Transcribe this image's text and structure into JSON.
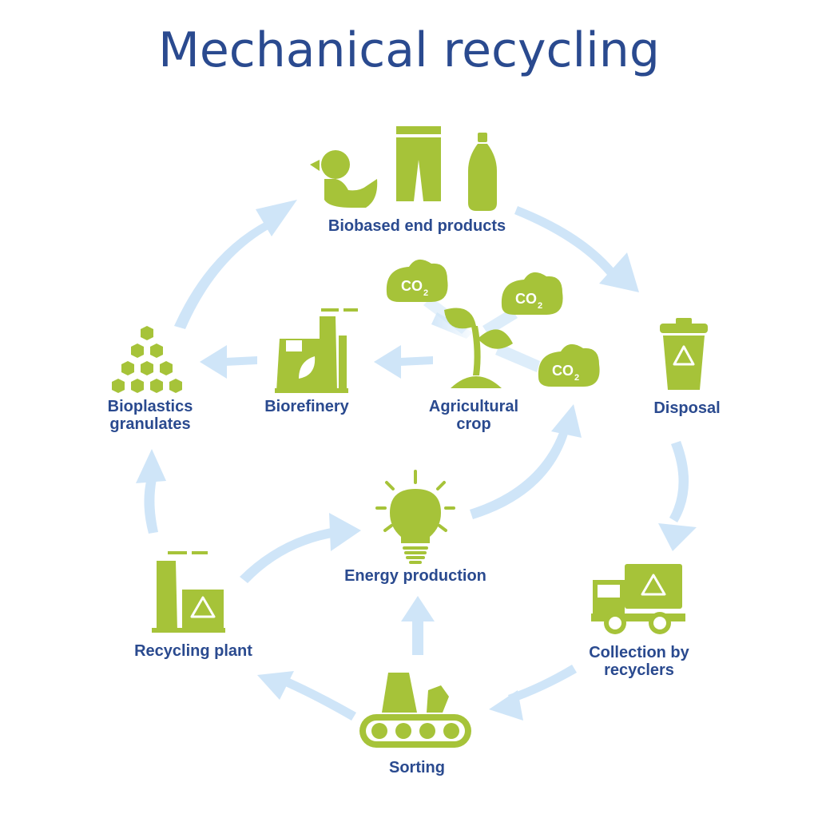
{
  "title": "Mechanical recycling",
  "colors": {
    "title_text": "#2a4a8f",
    "label_text": "#2a4a8f",
    "icon_green": "#a6c339",
    "arrow_blue": "#cfe5f8"
  },
  "nodes": {
    "biobased_end_products": {
      "label": "Biobased end products",
      "icons": [
        "duck-icon",
        "trousers-icon",
        "bottle-icon"
      ]
    },
    "disposal": {
      "label": "Disposal",
      "icon": "recycling-bin-icon"
    },
    "collection": {
      "label": "Collection by\nrecyclers",
      "icon": "recycling-truck-icon"
    },
    "sorting": {
      "label": "Sorting",
      "icon": "conveyor-belt-icon"
    },
    "recycling_plant": {
      "label": "Recycling plant",
      "icon": "recycling-factory-icon"
    },
    "bioplastics_granulates": {
      "label": "Bioplastics\ngranulates",
      "icon": "granulates-icon"
    },
    "biorefinery": {
      "label": "Biorefinery",
      "icon": "biorefinery-icon"
    },
    "agricultural_crop": {
      "label": "Agricultural\ncrop",
      "icon": "sprout-icon"
    },
    "energy_production": {
      "label": "Energy production",
      "icon": "light-bulb-icon"
    }
  },
  "co2": {
    "main": "CO",
    "subscript": "2"
  }
}
